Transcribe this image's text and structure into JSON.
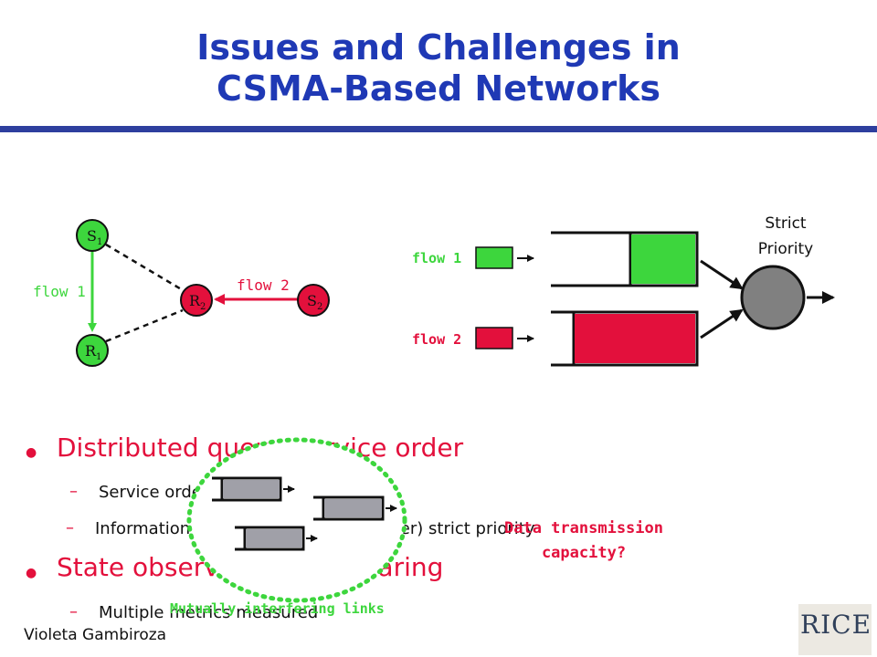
{
  "slide": {
    "title_line1": "Issues and Challenges in",
    "title_line2": "CSMA-Based Networks",
    "footer_author": "Violeta Gambiroza",
    "logo_text": "RICE"
  },
  "topology": {
    "nodes": [
      {
        "id": "S1",
        "label": "S",
        "sub": "1"
      },
      {
        "id": "R1",
        "label": "R",
        "sub": "1"
      },
      {
        "id": "R2",
        "label": "R",
        "sub": "2"
      },
      {
        "id": "S2",
        "label": "S",
        "sub": "2"
      }
    ],
    "flow1_label": "flow 1",
    "flow2_label": "flow 2"
  },
  "scheduler": {
    "title_line1": "Strict",
    "title_line2": "Priority",
    "flow1_label": "flow 1",
    "flow2_label": "flow 2"
  },
  "bullets": [
    {
      "text": "Distributed queue service order",
      "subs": [
        {
          "text": "Service order"
        },
        {
          "text": "Information about service order (closer) strict priority"
        }
      ]
    },
    {
      "text": "State observation and sharing",
      "subs": [
        {
          "text": "Multiple metrics measured"
        }
      ]
    }
  ],
  "overlays": {
    "interfering_label": "Mutually interfering links",
    "capacity_line1": "Data transmission",
    "capacity_line2": "capacity?"
  },
  "colors": {
    "title_blue": "#1f39b5",
    "accent_red": "#e3103c",
    "node_green": "#3dd63d",
    "queue_gray": "#a0a0a8"
  }
}
